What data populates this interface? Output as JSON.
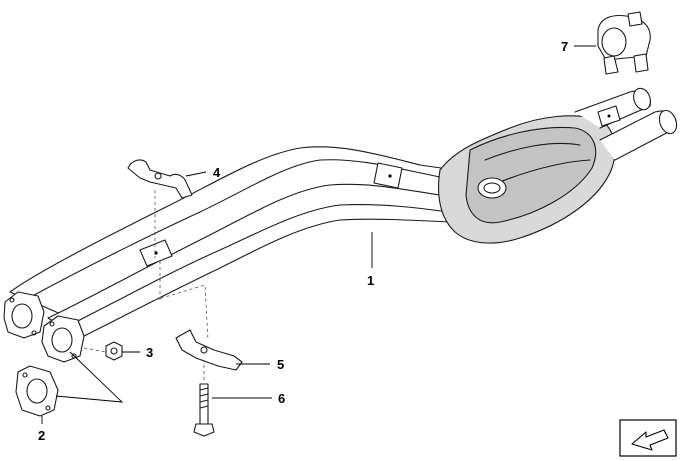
{
  "callouts": [
    {
      "id": "1",
      "label": "1"
    },
    {
      "id": "2",
      "label": "2"
    },
    {
      "id": "3",
      "label": "3"
    },
    {
      "id": "4",
      "label": "4"
    },
    {
      "id": "5",
      "label": "5"
    },
    {
      "id": "6",
      "label": "6"
    },
    {
      "id": "7",
      "label": "7"
    }
  ],
  "icons": {
    "corner_symbol": "arrow-box-icon"
  }
}
